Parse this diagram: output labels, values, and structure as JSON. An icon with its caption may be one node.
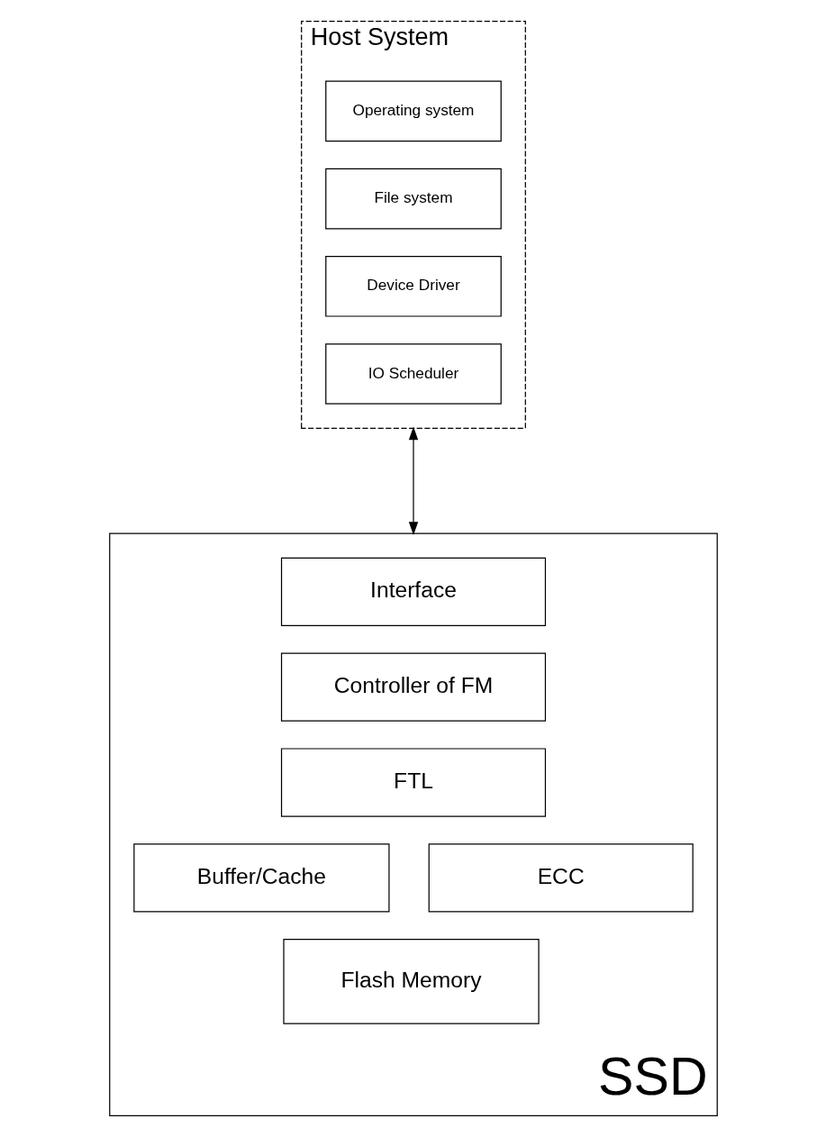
{
  "diagram": {
    "nodes": [
      {
        "text": [
          "Host System"
        ]
      },
      {
        "text": [
          "Operating system"
        ],
        "in": 0
      },
      {
        "text": [
          "File system"
        ],
        "in": 0
      },
      {
        "text": [
          "Device Driver"
        ],
        "in": 0
      },
      {
        "text": [
          "IO Scheduler"
        ],
        "in": 0
      },
      {
        "text": [
          "SSD"
        ]
      },
      {
        "text": [
          "Interface"
        ],
        "in": 5
      },
      {
        "text": [
          "Controller of FM"
        ],
        "in": 5
      },
      {
        "text": [
          "FTL"
        ],
        "in": 5
      },
      {
        "text": [
          "Buffer/Cache"
        ],
        "in": 5
      },
      {
        "text": [
          "ECC"
        ],
        "in": 5
      },
      {
        "text": [
          "Flash Memory"
        ],
        "in": 5
      }
    ],
    "edges": [
      {
        "from": 0,
        "to": 5,
        "arrow": "both"
      }
    ]
  }
}
